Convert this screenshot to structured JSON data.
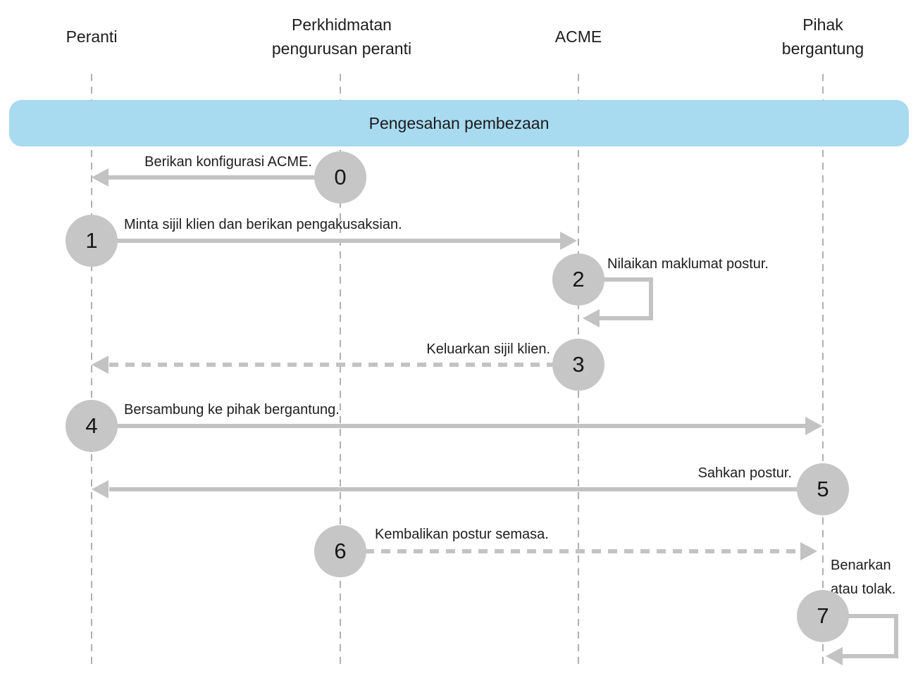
{
  "diagram": {
    "banner_title": "Pengesahan pembezaan",
    "actors": [
      {
        "id": "device",
        "label": "Peranti"
      },
      {
        "id": "device-management-service",
        "label": "Perkhidmatan pengurusan peranti"
      },
      {
        "id": "acme",
        "label": "ACME"
      },
      {
        "id": "relying-party",
        "label": "Pihak bergantung"
      }
    ],
    "steps": [
      {
        "num": "0",
        "label": "Berikan konfigurasi ACME.",
        "from": "device-management-service",
        "to": "device",
        "line": "solid",
        "kind": "message"
      },
      {
        "num": "1",
        "label": "Minta sijil klien dan berikan pengakusaksian.",
        "from": "device",
        "to": "acme",
        "line": "solid",
        "kind": "message"
      },
      {
        "num": "2",
        "label": "Nilaikan maklumat postur.",
        "from": "acme",
        "to": "acme",
        "line": "solid",
        "kind": "self-loop"
      },
      {
        "num": "3",
        "label": "Keluarkan sijil klien.",
        "from": "acme",
        "to": "device",
        "line": "dashed",
        "kind": "message"
      },
      {
        "num": "4",
        "label": "Bersambung ke pihak bergantung.",
        "from": "device",
        "to": "relying-party",
        "line": "solid",
        "kind": "message"
      },
      {
        "num": "5",
        "label": "Sahkan postur.",
        "from": "relying-party",
        "to": "device",
        "line": "solid",
        "kind": "message"
      },
      {
        "num": "6",
        "label": "Kembalikan postur semasa.",
        "from": "device-management-service",
        "to": "relying-party",
        "line": "dashed",
        "kind": "message"
      },
      {
        "num": "7",
        "label": "Benarkan atau tolak.",
        "from": "relying-party",
        "to": "relying-party",
        "line": "solid",
        "kind": "self-loop"
      }
    ],
    "colors": {
      "banner_bg": "#a8daf0",
      "circle_fill": "#c6c6c6",
      "arrow": "#c3c3c3",
      "lifeline": "#b0b0b0",
      "text": "#1d1d1f"
    }
  }
}
